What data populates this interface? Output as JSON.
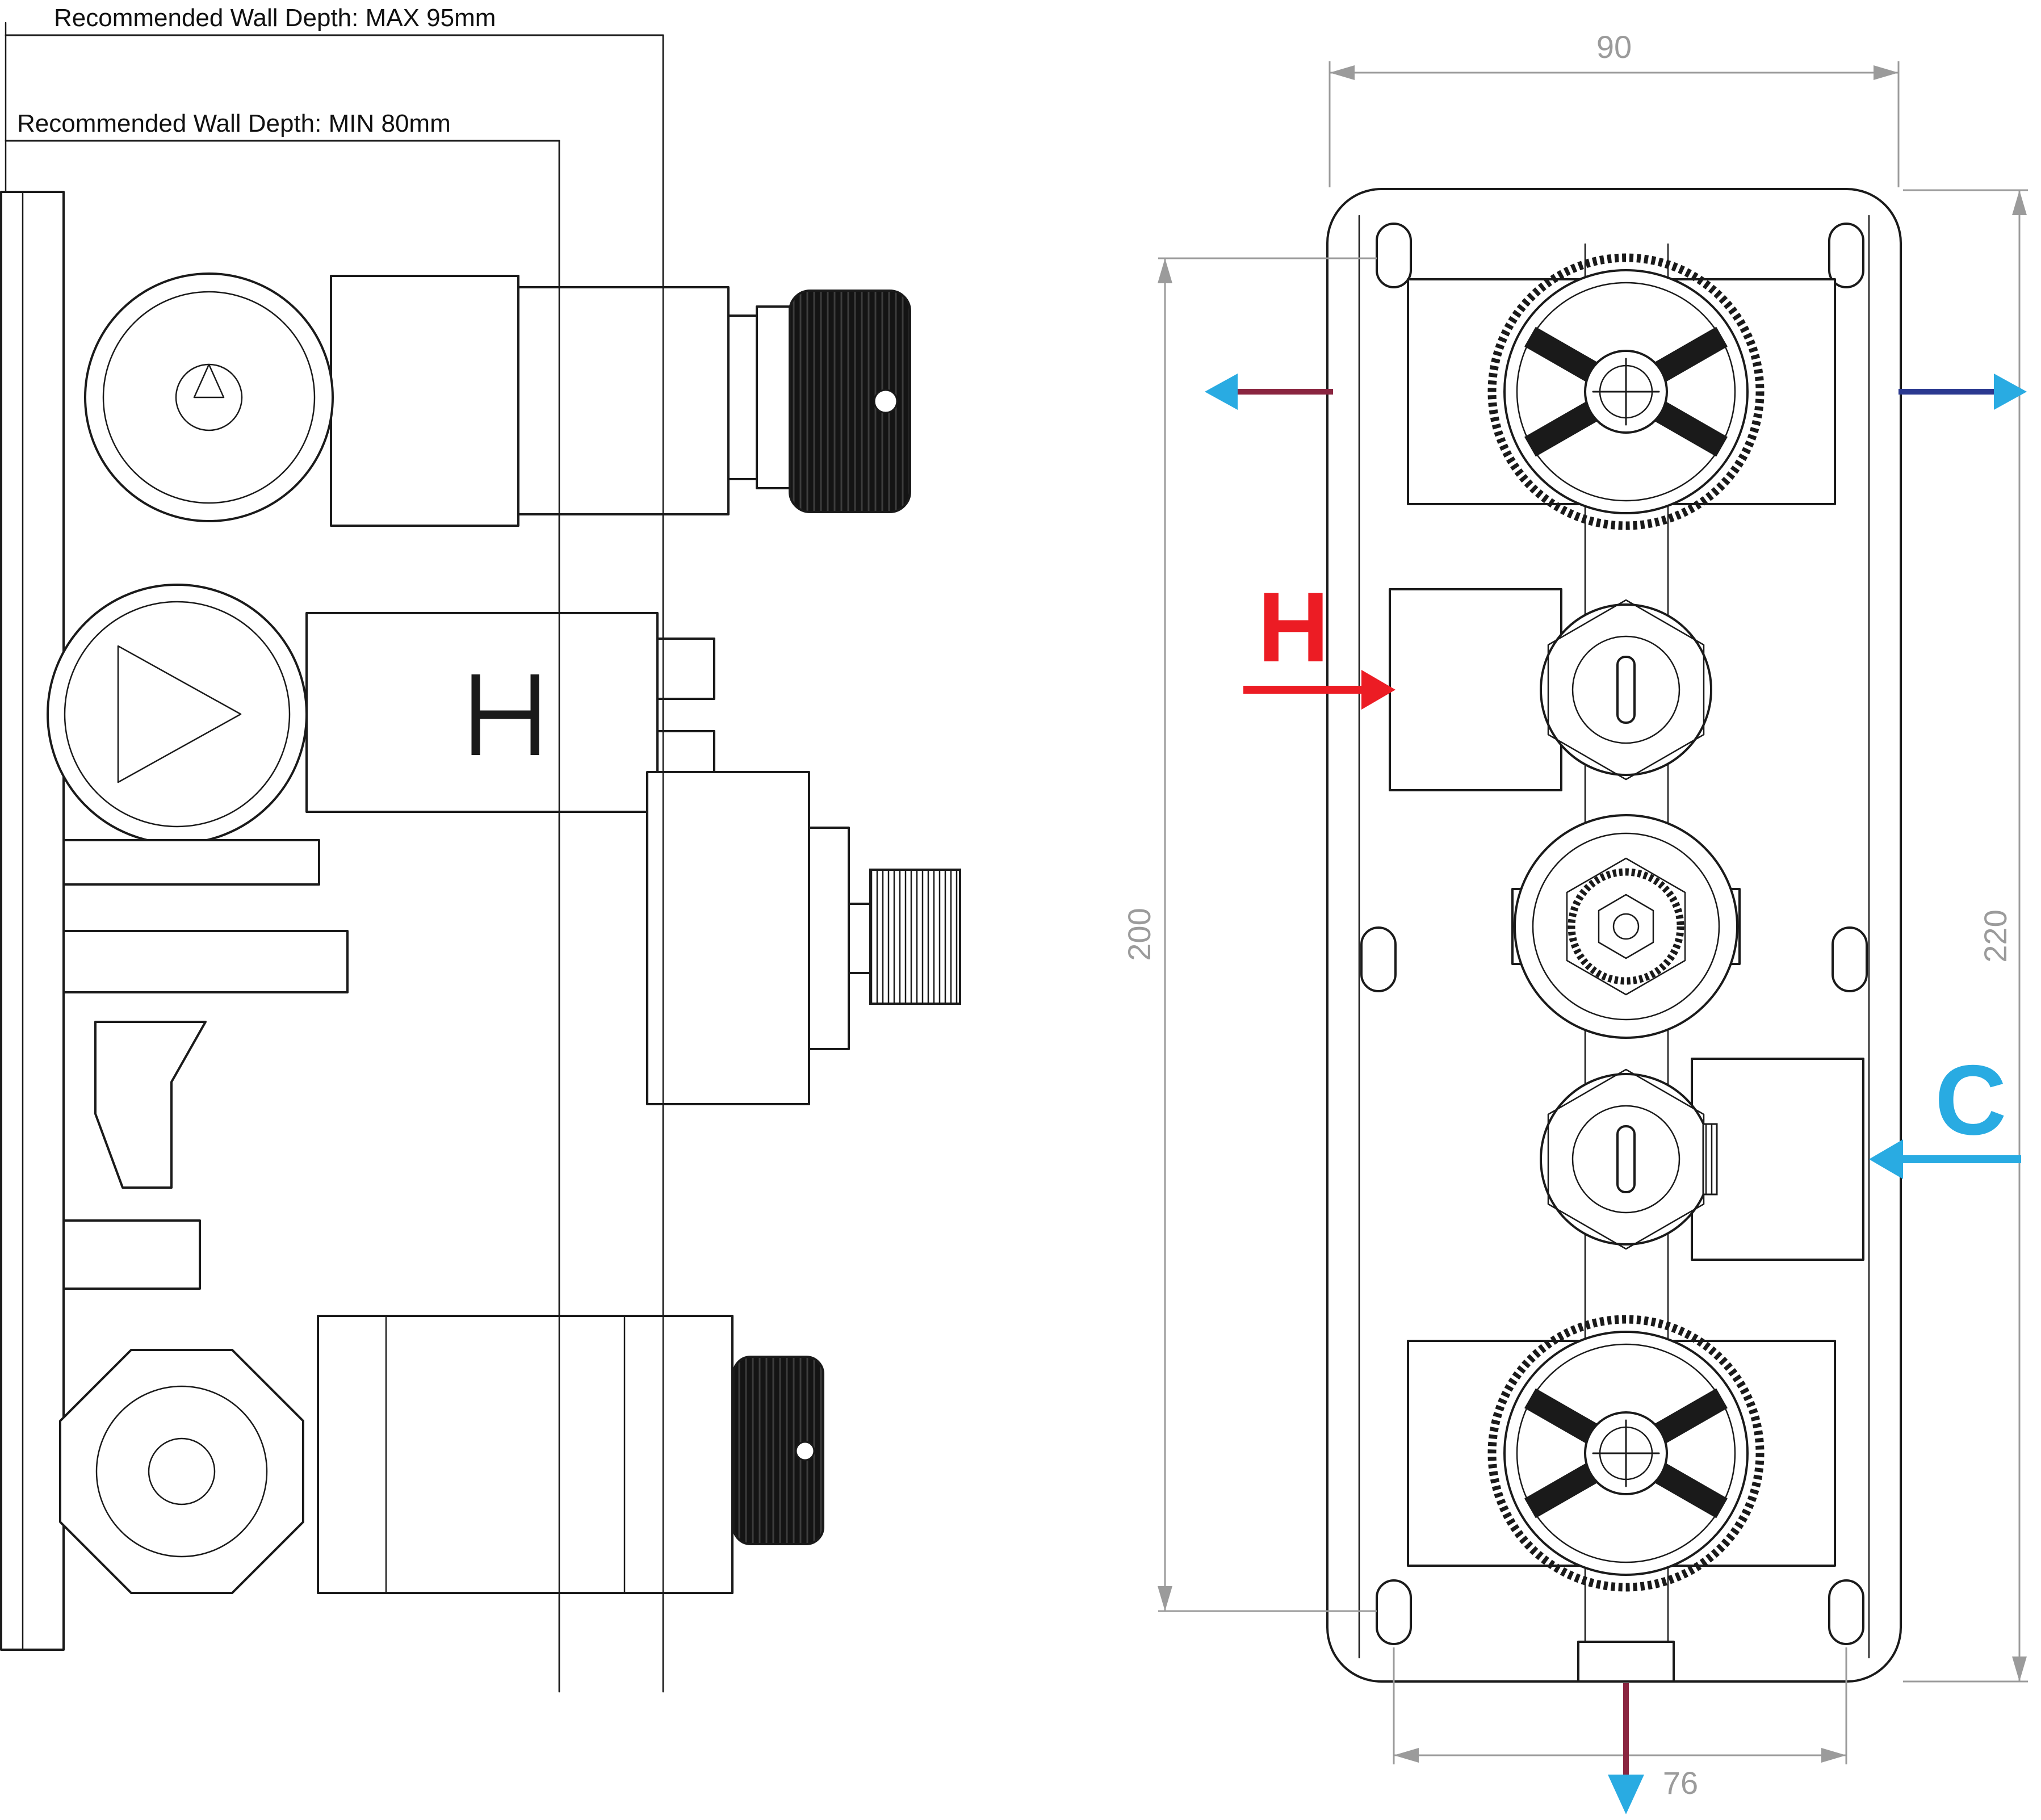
{
  "side_view": {
    "wall_depth_max_label": "Recommended Wall Depth: MAX 95mm",
    "wall_depth_min_label": "Recommended Wall Depth: MIN 80mm"
  },
  "front_view": {
    "dim_width_top": "90",
    "dim_height_left": "200",
    "dim_height_right": "220",
    "dim_width_bottom": "76",
    "hot_label": "H",
    "cold_label": "C"
  },
  "colors": {
    "hot_red": "#ec1c24",
    "cold_blue": "#29abe2",
    "outline_black": "#1a1a1a",
    "dimension_gray": "#9b9b9b",
    "mixed_line_maroon": "#8a2540",
    "mixed_line_navy": "#2b3990"
  }
}
